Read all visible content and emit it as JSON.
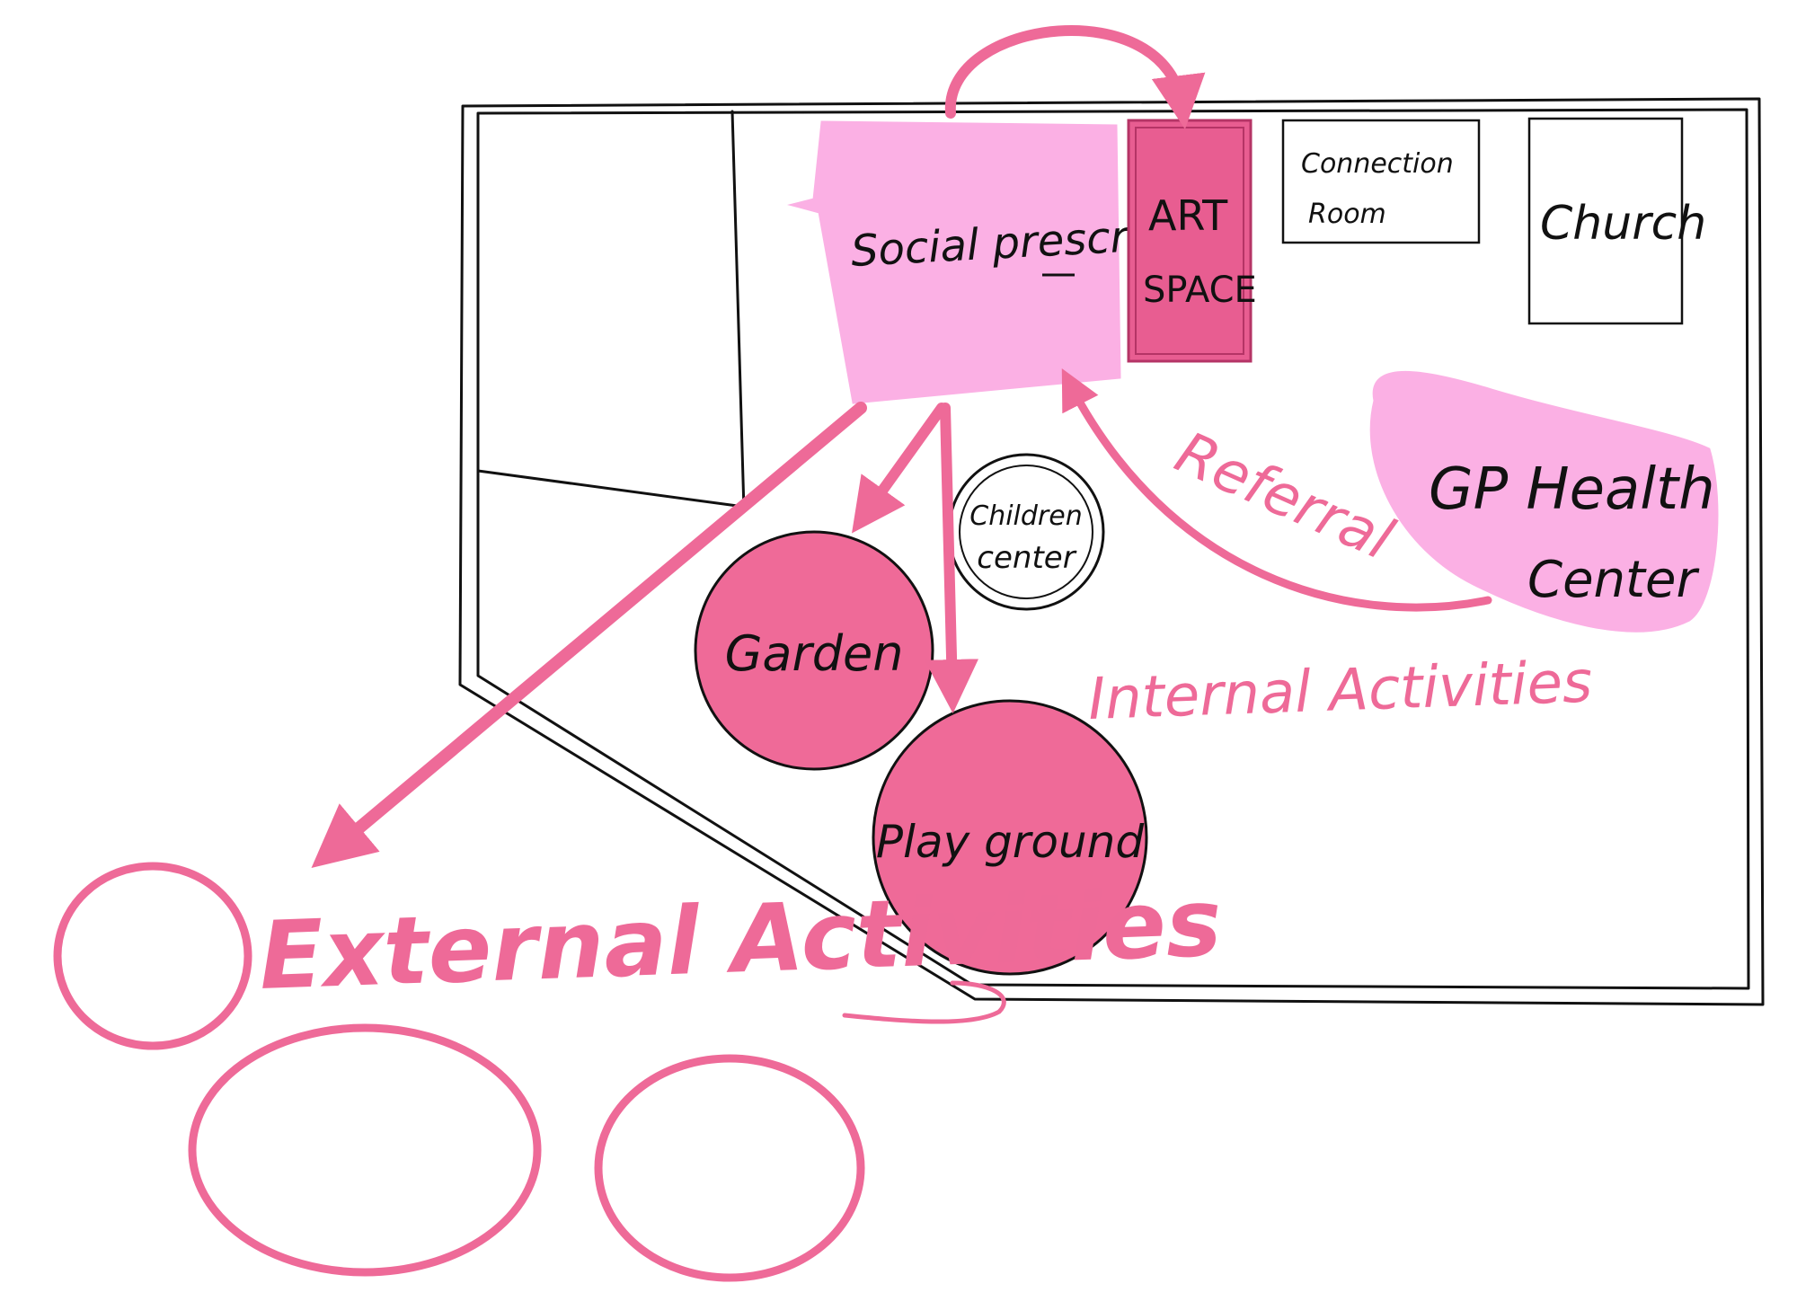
{
  "colors": {
    "ink": "#111111",
    "light_pink": "#fbb0e4",
    "medium_pink": "#ef6a98",
    "art_pink": "#e85d91",
    "line_pink": "#ee6a98"
  },
  "rooms": {
    "social_prescribing": "Social prescribing",
    "art_space_line1": "ART",
    "art_space_line2": "SPACE",
    "connection_room_line1": "Connection",
    "connection_room_line2": "Room",
    "church": "Church"
  },
  "zones": {
    "children_center_line1": "Children",
    "children_center_line2": "center",
    "gp_health_center_line1": "GP Health",
    "gp_health_center_line2": "Center",
    "garden": "Garden",
    "playground": "Play ground"
  },
  "labels": {
    "referral": "Referral",
    "internal_activities": "Internal Activities",
    "external_activities": "External Activities"
  }
}
